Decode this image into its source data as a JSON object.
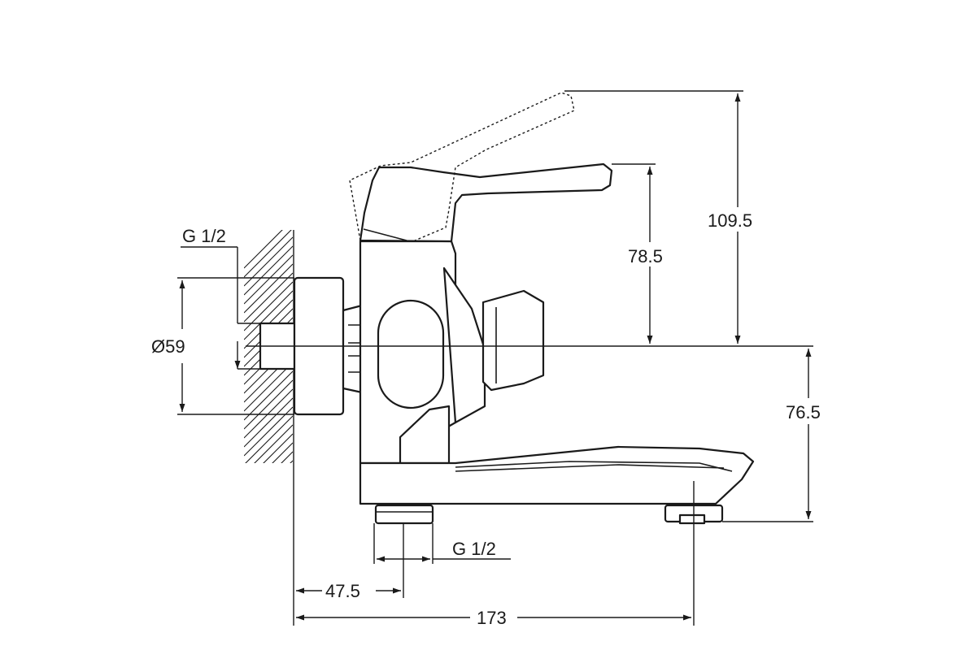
{
  "dimensions": {
    "inlet_thread": "G 1/2",
    "diameter": "Ø59",
    "height_lever_top": "109.5",
    "height_lever": "78.5",
    "height_spout": "76.5",
    "outlet_thread": "G 1/2",
    "offset": "47.5",
    "projection": "173"
  },
  "colors": {
    "line": "#1a1a1a",
    "background": "#ffffff"
  }
}
